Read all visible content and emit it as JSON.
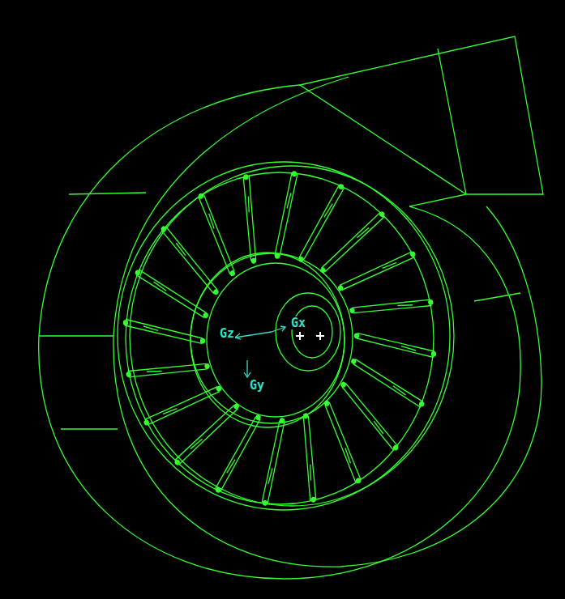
{
  "diagram": {
    "labels": [
      "Gz",
      "Gx",
      "Gy"
    ]
  }
}
